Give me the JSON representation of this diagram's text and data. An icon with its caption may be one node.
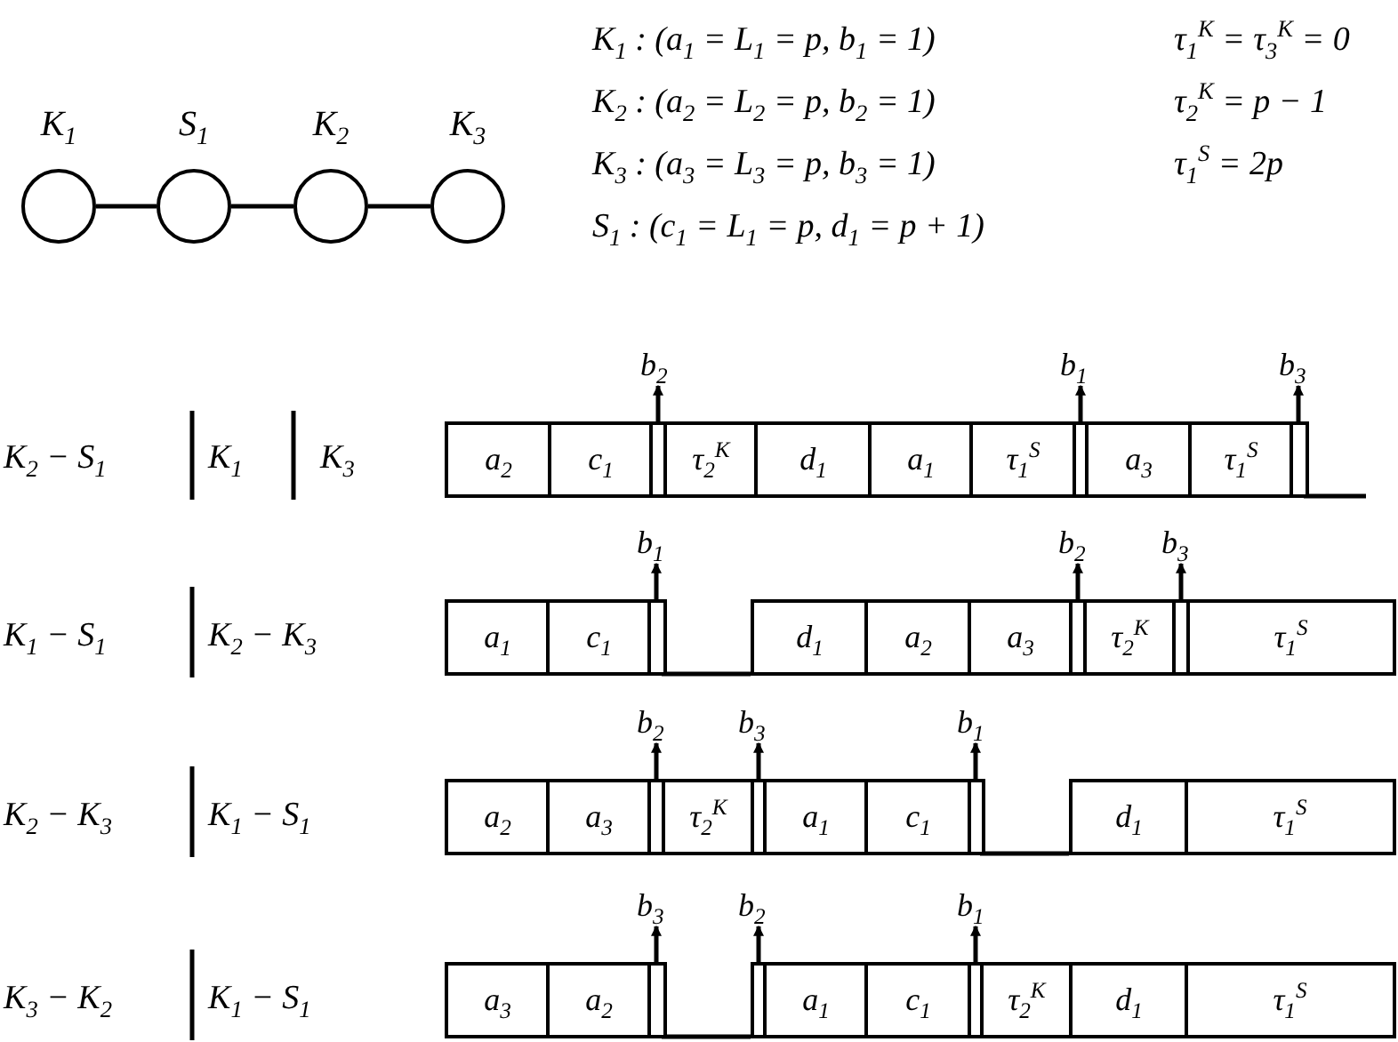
{
  "diagram": {
    "nodes": [
      {
        "text": [
          "K$_{1}$"
        ]
      },
      {
        "text": [
          "S$_{1}$"
        ]
      },
      {
        "text": [
          "K$_{2}$"
        ]
      },
      {
        "text": [
          "K$_{3}$"
        ]
      },
      {
        "text": [
          "b$_{2}$"
        ]
      },
      {
        "text": [
          "b$_{1}$"
        ]
      },
      {
        "text": [
          "b$_{3}$"
        ]
      },
      {
        "text": [
          "a$_{2}$"
        ]
      },
      {
        "text": [
          "c$_{1}$"
        ]
      },
      {
        "text": [],
        "shape": "bar"
      },
      {
        "text": [
          "τ$_{2}$$^{K}$"
        ]
      },
      {
        "text": [
          "d$_{1}$"
        ]
      },
      {
        "text": [
          "a$_{1}$"
        ]
      },
      {
        "text": [
          "τ$_{1}$$^{S}$"
        ]
      },
      {
        "text": [],
        "shape": "bar"
      },
      {
        "text": [
          "a$_{3}$"
        ]
      },
      {
        "text": [
          "τ$_{1}$$^{S}$"
        ]
      },
      {
        "text": [],
        "shape": "bar"
      },
      {
        "text": [
          "b$_{1}$"
        ]
      },
      {
        "text": [
          "b$_{2}$"
        ]
      },
      {
        "text": [
          "b$_{3}$"
        ]
      },
      {
        "text": [
          "a$_{1}$"
        ]
      },
      {
        "text": [
          "c$_{1}$"
        ]
      },
      {
        "text": [],
        "shape": "bar"
      },
      {
        "text": [
          "d$_{1}$"
        ]
      },
      {
        "text": [
          "a$_{2}$"
        ]
      },
      {
        "text": [
          "a$_{3}$"
        ]
      },
      {
        "text": [],
        "shape": "bar"
      },
      {
        "text": [
          "τ$_{2}$$^{K}$"
        ]
      },
      {
        "text": [],
        "shape": "bar"
      },
      {
        "text": [
          "τ$_{1}$$^{S}$"
        ]
      },
      {
        "text": [
          "b$_{2}$"
        ]
      },
      {
        "text": [
          "b$_{3}$"
        ]
      },
      {
        "text": [
          "b$_{1}$"
        ]
      },
      {
        "text": [
          "a$_{2}$"
        ]
      },
      {
        "text": [
          "a$_{3}$"
        ]
      },
      {
        "text": [],
        "shape": "bar"
      },
      {
        "text": [
          "τ$_{2}$$^{K}$"
        ]
      },
      {
        "text": [],
        "shape": "bar"
      },
      {
        "text": [
          "a$_{1}$"
        ]
      },
      {
        "text": [
          "c$_{1}$"
        ]
      },
      {
        "text": [],
        "shape": "bar"
      },
      {
        "text": [
          "d$_{1}$"
        ]
      },
      {
        "text": [
          "τ$_{1}$$^{S}$"
        ]
      },
      {
        "text": [
          "b$_{3}$"
        ]
      },
      {
        "text": [
          "b$_{2}$"
        ]
      },
      {
        "text": [
          "b$_{1}$"
        ]
      },
      {
        "text": [
          "a$_{3}$"
        ]
      },
      {
        "text": [
          "a$_{2}$"
        ]
      },
      {
        "text": [],
        "shape": "bar"
      },
      {
        "text": [],
        "shape": "bar"
      },
      {
        "text": [
          "a$_{1}$"
        ]
      },
      {
        "text": [
          "c$_{1}$"
        ]
      },
      {
        "text": [],
        "shape": "bar"
      },
      {
        "text": [
          "τ$_{2}$$^{K}$"
        ]
      },
      {
        "text": [
          "d$_{1}$"
        ]
      },
      {
        "text": [
          "τ$_{1}$$^{S}$"
        ]
      }
    ],
    "edges": [
      {
        "from": 0,
        "to": 1,
        "arrow": "none"
      },
      {
        "from": 1,
        "to": 2,
        "arrow": "none"
      },
      {
        "from": 2,
        "to": 3,
        "arrow": "none"
      },
      {
        "from": 9,
        "to": 4,
        "arrow": "to"
      },
      {
        "from": 14,
        "to": 5,
        "arrow": "to"
      },
      {
        "from": 17,
        "to": 6,
        "arrow": "to"
      },
      {
        "from": 23,
        "to": 18,
        "arrow": "to"
      },
      {
        "from": 27,
        "to": 19,
        "arrow": "to"
      },
      {
        "from": 29,
        "to": 20,
        "arrow": "to"
      },
      {
        "from": 36,
        "to": 31,
        "arrow": "to"
      },
      {
        "from": 38,
        "to": 32,
        "arrow": "to"
      },
      {
        "from": 41,
        "to": 33,
        "arrow": "to"
      },
      {
        "from": 49,
        "to": 44,
        "arrow": "to"
      },
      {
        "from": 50,
        "to": 45,
        "arrow": "to"
      },
      {
        "from": 53,
        "to": 46,
        "arrow": "to"
      }
    ],
    "labels": [
      "K$_{1}$ : (a$_{1}$ = L$_{1}$ = p, b$_{1}$ = 1)",
      "τ$_{1}$$^{K}$ = τ$_{3}$$^{K}$ = 0",
      "K$_{2}$ : (a$_{2}$ = L$_{2}$ = p, b$_{2}$ = 1)",
      "τ$_{2}$$^{K}$ = p − 1",
      "K$_{3}$ : (a$_{3}$ = L$_{3}$ = p, b$_{3}$ = 1)",
      "τ$_{1}$$^{S}$ = 2p",
      "S$_{1}$ : (c$_{1}$ = L$_{1}$ = p, d$_{1}$ = p + 1)",
      "K$_{2}$ − S$_{1}$",
      "K$_{1}$",
      "K$_{3}$",
      "K$_{1}$ − S$_{1}$",
      "K$_{2}$ − K$_{3}$",
      "K$_{2}$ − K$_{3}$",
      "K$_{1}$ − S$_{1}$",
      "K$_{3}$ − K$_{2}$",
      "K$_{1}$ − S$_{1}$"
    ]
  }
}
